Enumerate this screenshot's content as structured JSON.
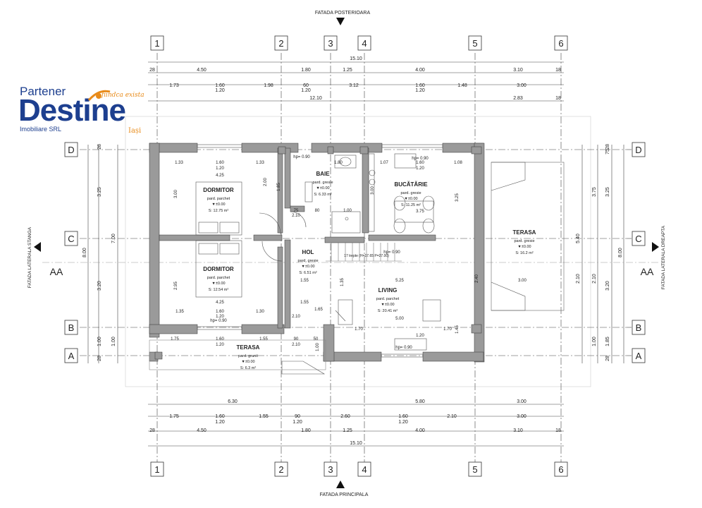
{
  "facades": {
    "top": "FATADA POSTERIOARA",
    "bottom": "FATADA PRINCIPALA",
    "left": "FATADA LATERALA STANGA",
    "right": "FATADA LATERALA DREAPTA"
  },
  "section_marks": {
    "left": "AA",
    "right": "AA"
  },
  "grid_axes_columns": [
    "1",
    "2",
    "3",
    "4",
    "5",
    "6"
  ],
  "grid_axes_rows": [
    "D",
    "C",
    "B",
    "A"
  ],
  "logo": {
    "line1": "Partener",
    "line2": "Destine",
    "line3": "Imobiliare SRL",
    "tagline": "fiindca exista",
    "city": "Iași"
  },
  "top_dims": {
    "total": "15.10",
    "row1": [
      "28",
      "4.50",
      "1.80",
      "1.25",
      "4.00",
      "3.10",
      "18"
    ],
    "row2": [
      "1.73",
      "1.60",
      "1.98",
      "60",
      "3.12",
      "1.60",
      "1.48",
      "3.00"
    ],
    "row2_sub": [
      "1.20",
      "1.20",
      "1.20"
    ],
    "row3": [
      "12.10",
      "2.83",
      "18"
    ]
  },
  "bottom_dims": {
    "total": "15.10",
    "row_overall": [
      "6.30",
      "5.80",
      "3.00"
    ],
    "row_openings": [
      "1.75",
      "1.60",
      "1.55",
      "90",
      "2.60",
      "1.60",
      "2.10",
      "3.00"
    ],
    "row_openings_sub": [
      "1.20",
      "1.20",
      "1.20"
    ],
    "row_axes": [
      "28",
      "4.50",
      "1.80",
      "1.25",
      "4.00",
      "3.10",
      "18"
    ]
  },
  "left_dims": {
    "outer": [
      "28",
      "3.25",
      "3.20",
      "1.00",
      "28"
    ],
    "mid": [
      "7.00",
      "1.00"
    ],
    "total": "8.00"
  },
  "right_dims": {
    "outer": [
      "28",
      "75",
      "3.25",
      "3.20",
      "1.85",
      "28"
    ],
    "mid": [
      "3.75",
      "2.10",
      "1.00"
    ],
    "total": "8.00",
    "terrace": [
      "5.40",
      "2.10"
    ]
  },
  "rooms": [
    {
      "name": "DORMITOR",
      "floor": "pard. parchet",
      "level": "±0.00",
      "area": "S: 12.75 m²"
    },
    {
      "name": "DORMITOR",
      "floor": "pard. parchet",
      "level": "±0.00",
      "area": "S: 12.54 m²"
    },
    {
      "name": "BAIE",
      "floor": "pard. gresie",
      "level": "±0.00",
      "area": "S: 6.33 m²"
    },
    {
      "name": "BUCĂTĂRIE",
      "floor": "pard. gresie",
      "level": "±0.00",
      "area": "S: 11.25 m²"
    },
    {
      "name": "HOL",
      "floor": "pard. gresie",
      "level": "±0.00",
      "area": "S: 6.51 m²"
    },
    {
      "name": "LIVING",
      "floor": "pard. parchet",
      "level": "±0.00",
      "area": "S: 20.41 m²"
    },
    {
      "name": "TERASA",
      "floor": "pard. gresie",
      "level": "±0.00",
      "area": "S: 16.2 m²"
    },
    {
      "name": "TERASA",
      "floor": "pard. granit",
      "level": "±0.00",
      "area": "S: 6.3 m²"
    }
  ],
  "interior_dims": [
    "1.33",
    "1.60",
    "1.33",
    "1.20",
    "4.25",
    "3.00",
    "2.95",
    "4.25",
    "1.35",
    "1.60",
    "1.30",
    "1.20",
    "hp= 0.90",
    "hp= 0.90",
    "1.75",
    "1.60",
    "1.55",
    "90",
    "2.10",
    "50",
    "1.20",
    "80",
    "1.80",
    "1.07",
    "1.60",
    "1.08",
    "1.20",
    "hp= 0.90",
    "hp= 0.90",
    "3.75",
    "1.00",
    "5.25",
    "5.00",
    "1.70",
    "1.70",
    "1.20",
    "hp= 0.90",
    "3.00",
    "2.40",
    "1.55",
    "1.55",
    "2.10",
    "75",
    "2.10",
    "1.85",
    "3.00",
    "3.25",
    "1.45",
    "1.35",
    "1.00",
    "2.00",
    "1.65"
  ],
  "stair_label": "17 trepte (H=17.65 P=27.00)",
  "colors": {
    "wall": "#9a9a9a",
    "line": "#333333",
    "accent": "#1d3f8f",
    "orange": "#e88b1a"
  }
}
